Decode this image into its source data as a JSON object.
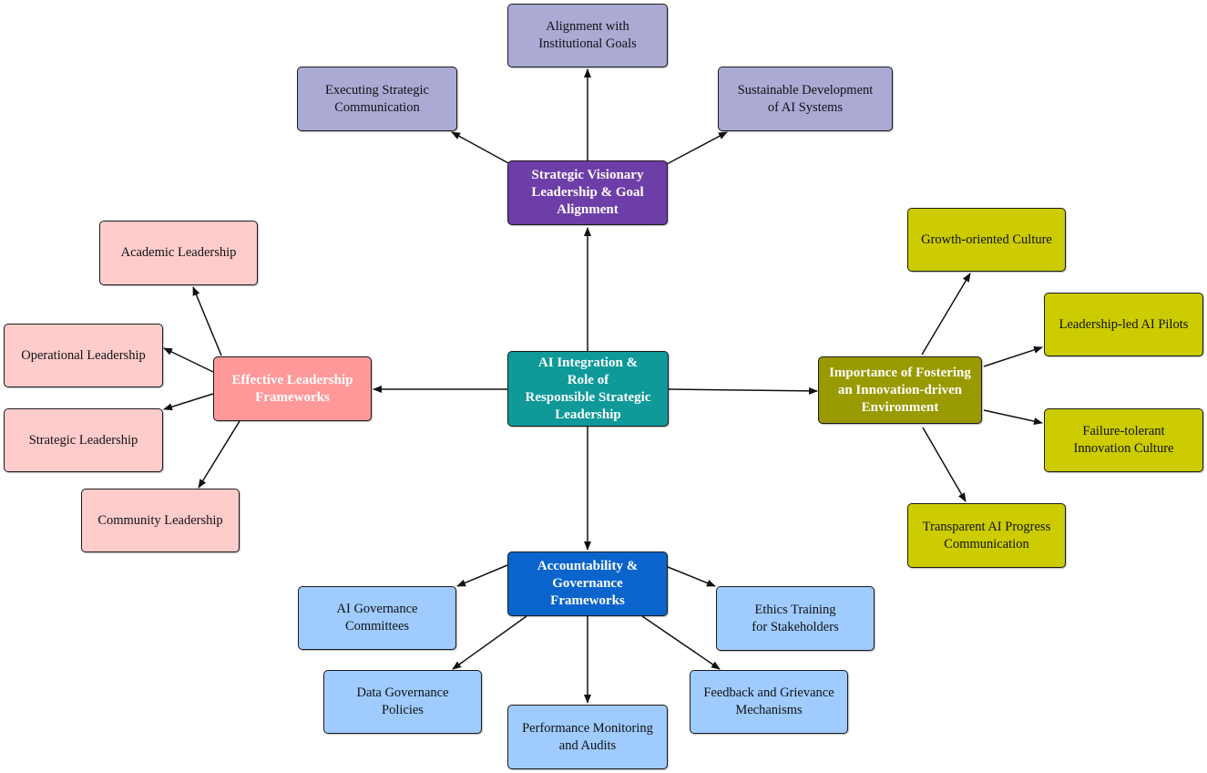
{
  "diagram": {
    "center": {
      "label": "AI Integration &\nRole of\nResponsible Strategic\nLeadership"
    },
    "strategic": {
      "label": "Strategic Visionary\nLeadership & Goal\nAlignment",
      "children": [
        "Alignment with\nInstitutional Goals",
        "Executing Strategic\nCommunication",
        "Sustainable Development\nof AI Systems"
      ]
    },
    "leadership": {
      "label": "Effective Leadership\nFrameworks",
      "children": [
        "Academic Leadership",
        "Operational Leadership",
        "Strategic Leadership",
        "Community Leadership"
      ]
    },
    "innovation": {
      "label": "Importance of Fostering\nan Innovation-driven\nEnvironment",
      "children": [
        "Growth-oriented Culture",
        "Leadership-led AI Pilots",
        "Failure-tolerant\nInnovation Culture",
        "Transparent AI Progress\nCommunication"
      ]
    },
    "governance": {
      "label": "Accountability &\nGovernance\nFrameworks",
      "children": [
        "AI Governance\nCommittees",
        "Ethics Training\nfor Stakeholders",
        "Data Governance\nPolicies",
        "Performance Monitoring\nand Audits",
        "Feedback and Grievance\nMechanisms"
      ]
    }
  },
  "colors": {
    "center": "#0f9999",
    "strategic_hub": "#6e3ea8",
    "strategic_leaf": "#aaaad5",
    "leadership_hub": "#ff9999",
    "leadership_leaf": "#ffcccc",
    "governance_hub": "#0a64cc",
    "governance_leaf": "#9fcbff",
    "innovation_hub": "#999900",
    "innovation_leaf": "#cccc00"
  }
}
